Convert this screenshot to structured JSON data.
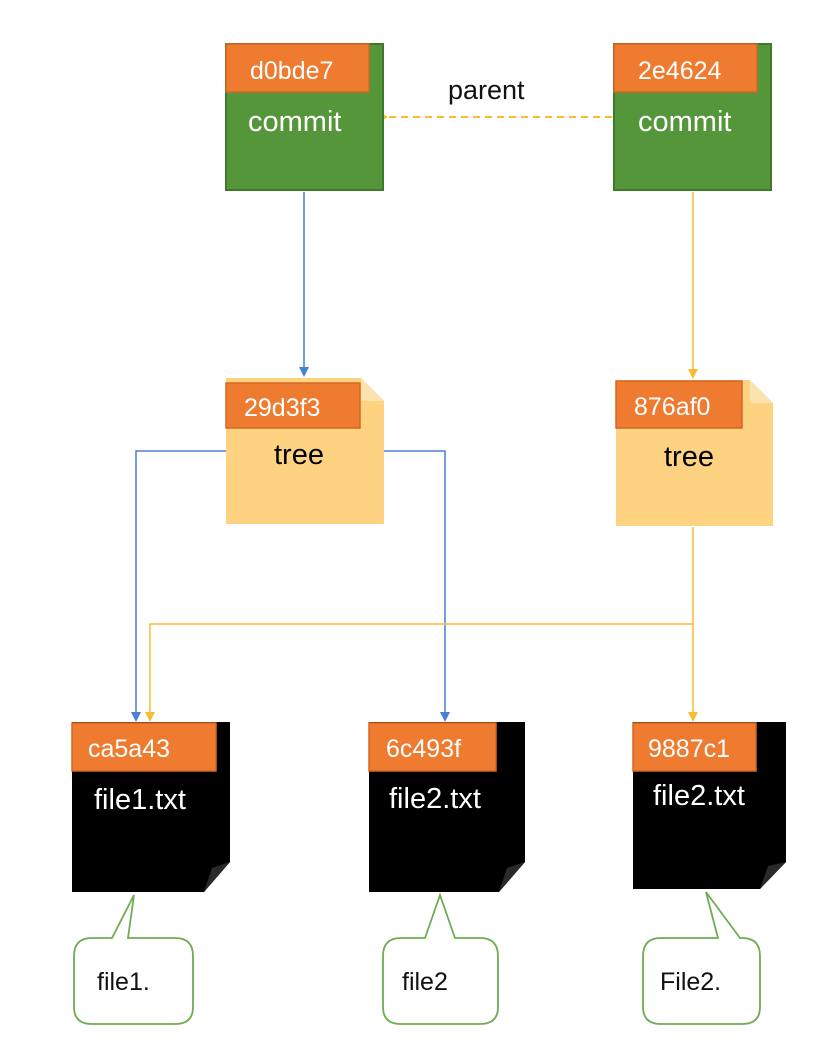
{
  "colors": {
    "commit_fill": "#55963a",
    "commit_stroke": "#3f7a2b",
    "hash_fill": "#ee7b30",
    "tree_fill": "#fdd382",
    "tree_fold": "#fbe3b0",
    "blob_fill": "#000000",
    "callout_stroke": "#6fac53",
    "blue_link": "#4b7fd1",
    "orange_link": "#f9bb34"
  },
  "icons": {
    "commit": "commit-box-icon",
    "tree": "folded-note-icon",
    "blob": "dog-eared-page-icon",
    "content": "speech-callout-icon"
  },
  "commits": [
    {
      "hash": "d0bde7",
      "type": "commit"
    },
    {
      "hash": "2e4624",
      "type": "commit"
    }
  ],
  "parent_link": {
    "label": "parent"
  },
  "trees": [
    {
      "hash": "29d3f3",
      "type": "tree"
    },
    {
      "hash": "876af0",
      "type": "tree"
    }
  ],
  "blobs": [
    {
      "hash": "ca5a43",
      "name": "file1.txt",
      "content": "file1."
    },
    {
      "hash": "6c493f",
      "name": "file2.txt",
      "content": "file2"
    },
    {
      "hash": "9887c1",
      "name": "file2.txt",
      "content": "File2."
    }
  ]
}
